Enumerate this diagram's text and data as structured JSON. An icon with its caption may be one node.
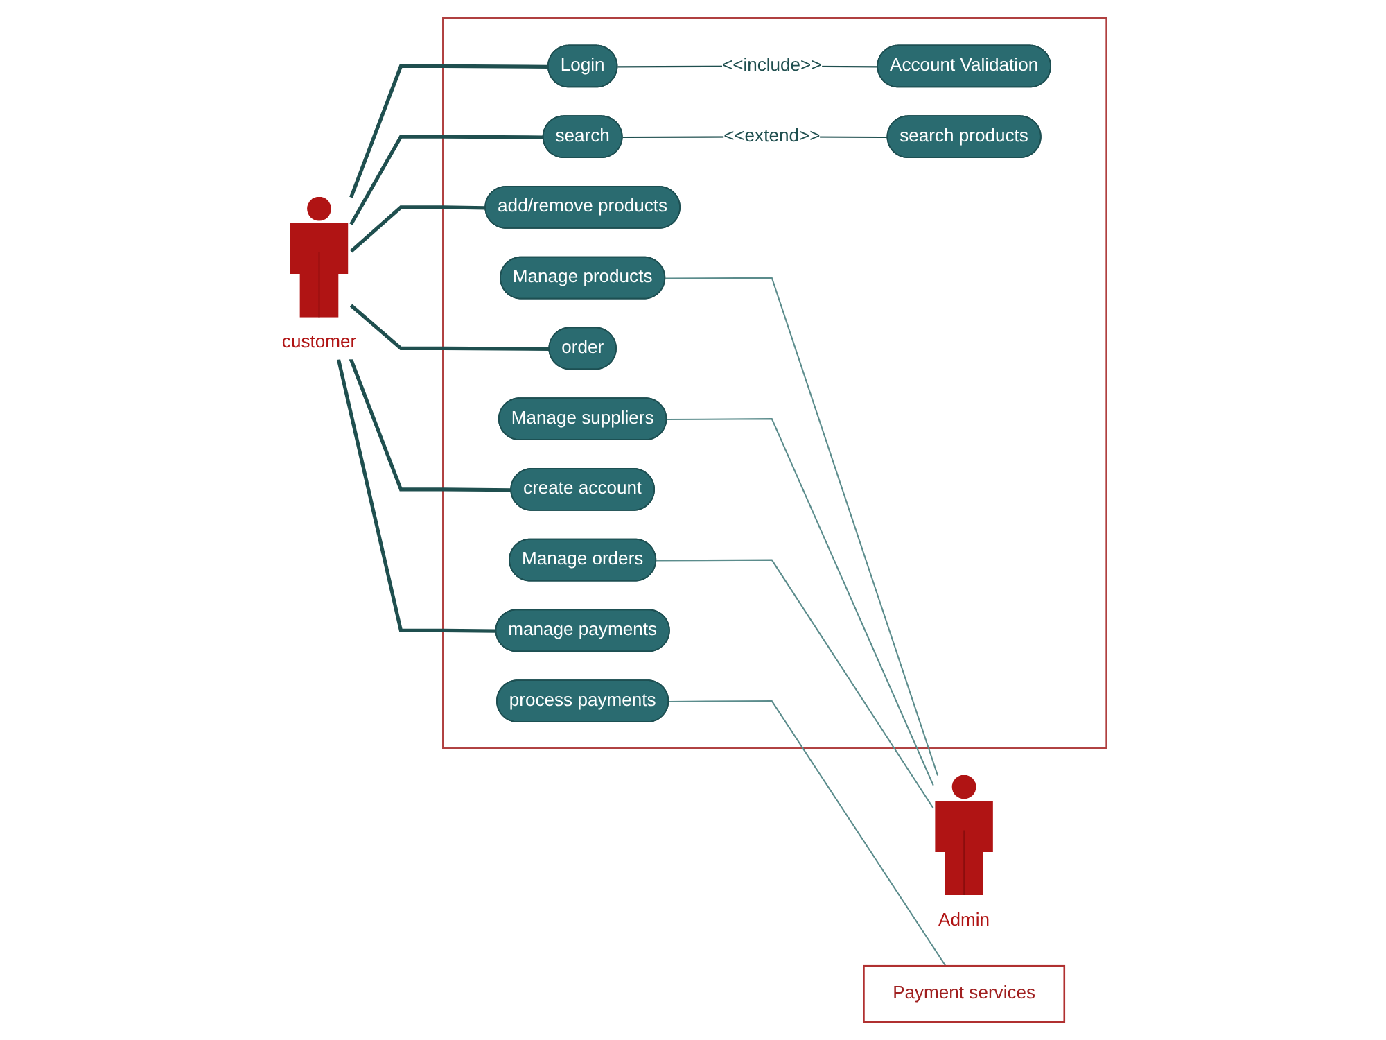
{
  "diagram": {
    "nodes": [
      {
        "text": [
          "customer"
        ]
      },
      {
        "text": [],
        "shape": "box"
      },
      {
        "text": [
          "Login"
        ],
        "in": 1
      },
      {
        "text": [
          "Account Validation"
        ],
        "in": 1
      },
      {
        "text": [
          "search"
        ],
        "in": 1
      },
      {
        "text": [
          "search products"
        ],
        "in": 1
      },
      {
        "text": [
          "add/remove products"
        ],
        "in": 1
      },
      {
        "text": [
          "Manage products"
        ],
        "in": 1
      },
      {
        "text": [
          "order"
        ],
        "in": 1
      },
      {
        "text": [
          "Manage suppliers"
        ],
        "in": 1
      },
      {
        "text": [
          "create account"
        ],
        "in": 1
      },
      {
        "text": [
          "Manage orders"
        ],
        "in": 1
      },
      {
        "text": [
          "manage payments"
        ],
        "in": 1
      },
      {
        "text": [
          "process payments"
        ],
        "in": 1
      },
      {
        "text": [
          "Admin"
        ]
      },
      {
        "text": [
          "Payment services"
        ]
      }
    ],
    "edges": [
      {
        "from": 0,
        "to": 2,
        "arrow": "none",
        "style": "thick"
      },
      {
        "from": 0,
        "to": 4,
        "arrow": "none",
        "style": "thick"
      },
      {
        "from": 0,
        "to": 6,
        "arrow": "none",
        "style": "thick"
      },
      {
        "from": 0,
        "to": 8,
        "arrow": "none",
        "style": "thick"
      },
      {
        "from": 0,
        "to": 10,
        "arrow": "none",
        "style": "thick"
      },
      {
        "from": 0,
        "to": 12,
        "arrow": "none",
        "style": "thick"
      },
      {
        "from": 2,
        "to": 3,
        "arrow": "none",
        "label": "<<include>>"
      },
      {
        "from": 4,
        "to": 5,
        "arrow": "none",
        "label": "<<extend>>"
      },
      {
        "from": 7,
        "to": 14,
        "arrow": "none",
        "color": "#5b8c8c"
      },
      {
        "from": 9,
        "to": 14,
        "arrow": "none",
        "color": "#5b8c8c"
      },
      {
        "from": 11,
        "to": 14,
        "arrow": "none",
        "color": "#5b8c8c"
      },
      {
        "from": 13,
        "to": 15,
        "arrow": "none",
        "color": "#5b8c8c"
      }
    ]
  }
}
